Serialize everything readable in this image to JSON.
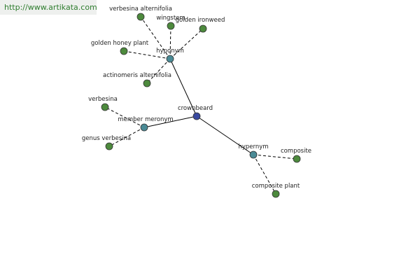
{
  "watermark": {
    "text": "http://www.artikata.com"
  },
  "colors": {
    "root": "#3a4aa0",
    "relation": "#4a8a95",
    "leaf": "#4d8a3d"
  },
  "graph": {
    "root": {
      "label": "crownbeard"
    },
    "relations": [
      {
        "label": "hyponym",
        "leaves": [
          "verbesina alternifolia",
          "wingstem",
          "golden ironweed",
          "golden honey plant",
          "actinomeris alternifolia"
        ]
      },
      {
        "label": "member meronym",
        "leaves": [
          "verbesina",
          "genus verbesina"
        ]
      },
      {
        "label": "hypernym",
        "leaves": [
          "composite",
          "composite plant"
        ]
      }
    ]
  }
}
